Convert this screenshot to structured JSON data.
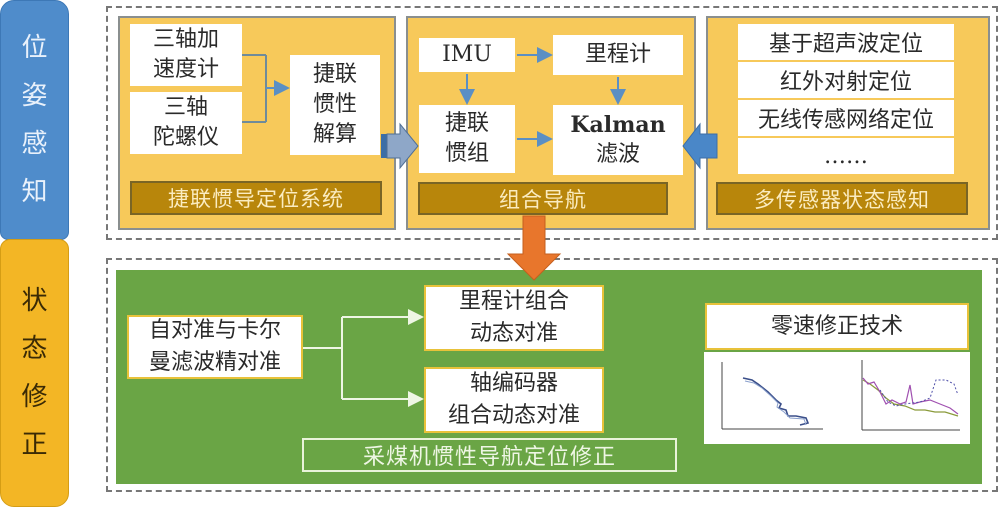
{
  "side_labels": {
    "top": [
      "位",
      "姿",
      "感",
      "知"
    ],
    "bottom": [
      "状",
      "态",
      "修",
      "正"
    ]
  },
  "top_section": {
    "sins_panel": {
      "accelerometer": [
        "三轴加",
        "速度计"
      ],
      "gyroscope": [
        "三轴",
        "陀螺仪"
      ],
      "strapdown_solution": [
        "捷联",
        "惯性",
        "解算"
      ],
      "title": "捷联惯导定位系统"
    },
    "integrated_nav_panel": {
      "imu": "IMU",
      "odometer": "里程计",
      "strapdown_group": [
        "捷联",
        "惯组"
      ],
      "kalman": [
        "Kalman",
        "滤波"
      ],
      "title": "组合导航"
    },
    "multisensor_panel": {
      "items": [
        "基于超声波定位",
        "红外对射定位",
        "无线传感网络定位",
        "……"
      ],
      "title": "多传感器状态感知"
    }
  },
  "bottom_section": {
    "alignment": [
      "自对准与卡尔",
      "曼滤波精对准"
    ],
    "odometer_alignment": [
      "里程计组合",
      "动态对准"
    ],
    "encoder_alignment": [
      "轴编码器",
      "组合动态对准"
    ],
    "title": "采煤机惯性导航定位修正",
    "zero_velocity": "零速修正技术"
  },
  "colors": {
    "blue_side": "#4f8ccb",
    "yellow_side": "#f3b625",
    "panel_yellow": "#f7c95a",
    "label_brown": "#b8860b",
    "green": "#6aa545",
    "arrow_orange": "#e8762c",
    "arrow_blue": "#4a87c8",
    "arrow_gray_blue": "#8ea7c8"
  }
}
